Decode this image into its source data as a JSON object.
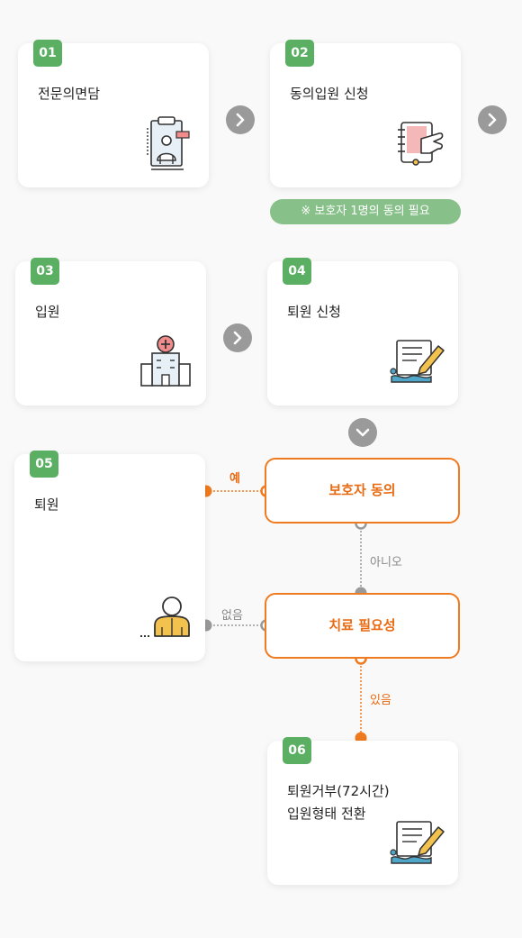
{
  "steps": [
    {
      "num": "01",
      "title": "전문의면담",
      "icon": "clipboard-doctor-icon"
    },
    {
      "num": "02",
      "title": "동의입원 신청",
      "icon": "notebook-hand-icon"
    },
    {
      "num": "03",
      "title": "입원",
      "icon": "hospital-icon"
    },
    {
      "num": "04",
      "title": "퇴원 신청",
      "icon": "document-pencil-icon"
    },
    {
      "num": "05",
      "title": "퇴원",
      "icon": "person-exit-icon"
    },
    {
      "num": "06",
      "title": "퇴원거부(72시간)\n입원형태 전환",
      "icon": "document-pencil-icon"
    }
  ],
  "note": "※ 보호자 1명의 동의 필요",
  "decisions": {
    "guardian": "보호자 동의",
    "treatment": "치료 필요성"
  },
  "edge_labels": {
    "yes": "예",
    "no": "아니오",
    "none": "없음",
    "exists": "있음"
  },
  "colors": {
    "badge": "#5aaf62",
    "note": "#88c08a",
    "accent": "#ef7a1f",
    "arrow": "#9a9a9a",
    "line": "#999999"
  }
}
